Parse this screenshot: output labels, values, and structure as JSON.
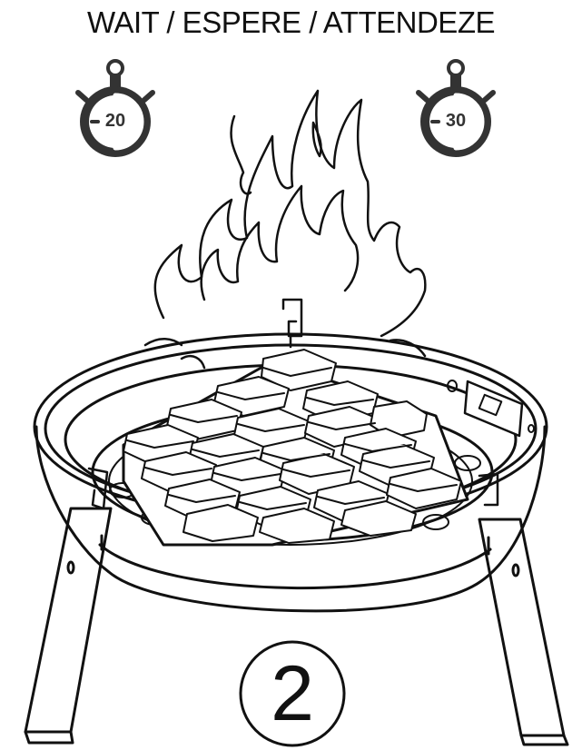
{
  "heading": "WAIT / ESPERE / ATTENDEZE",
  "timers": [
    {
      "value": "20",
      "icon": "stopwatch-icon"
    },
    {
      "value": "30",
      "icon": "stopwatch-icon"
    }
  ],
  "step": "2",
  "colors": {
    "line": "#111111",
    "icon": "#333333",
    "background": "#ffffff"
  }
}
